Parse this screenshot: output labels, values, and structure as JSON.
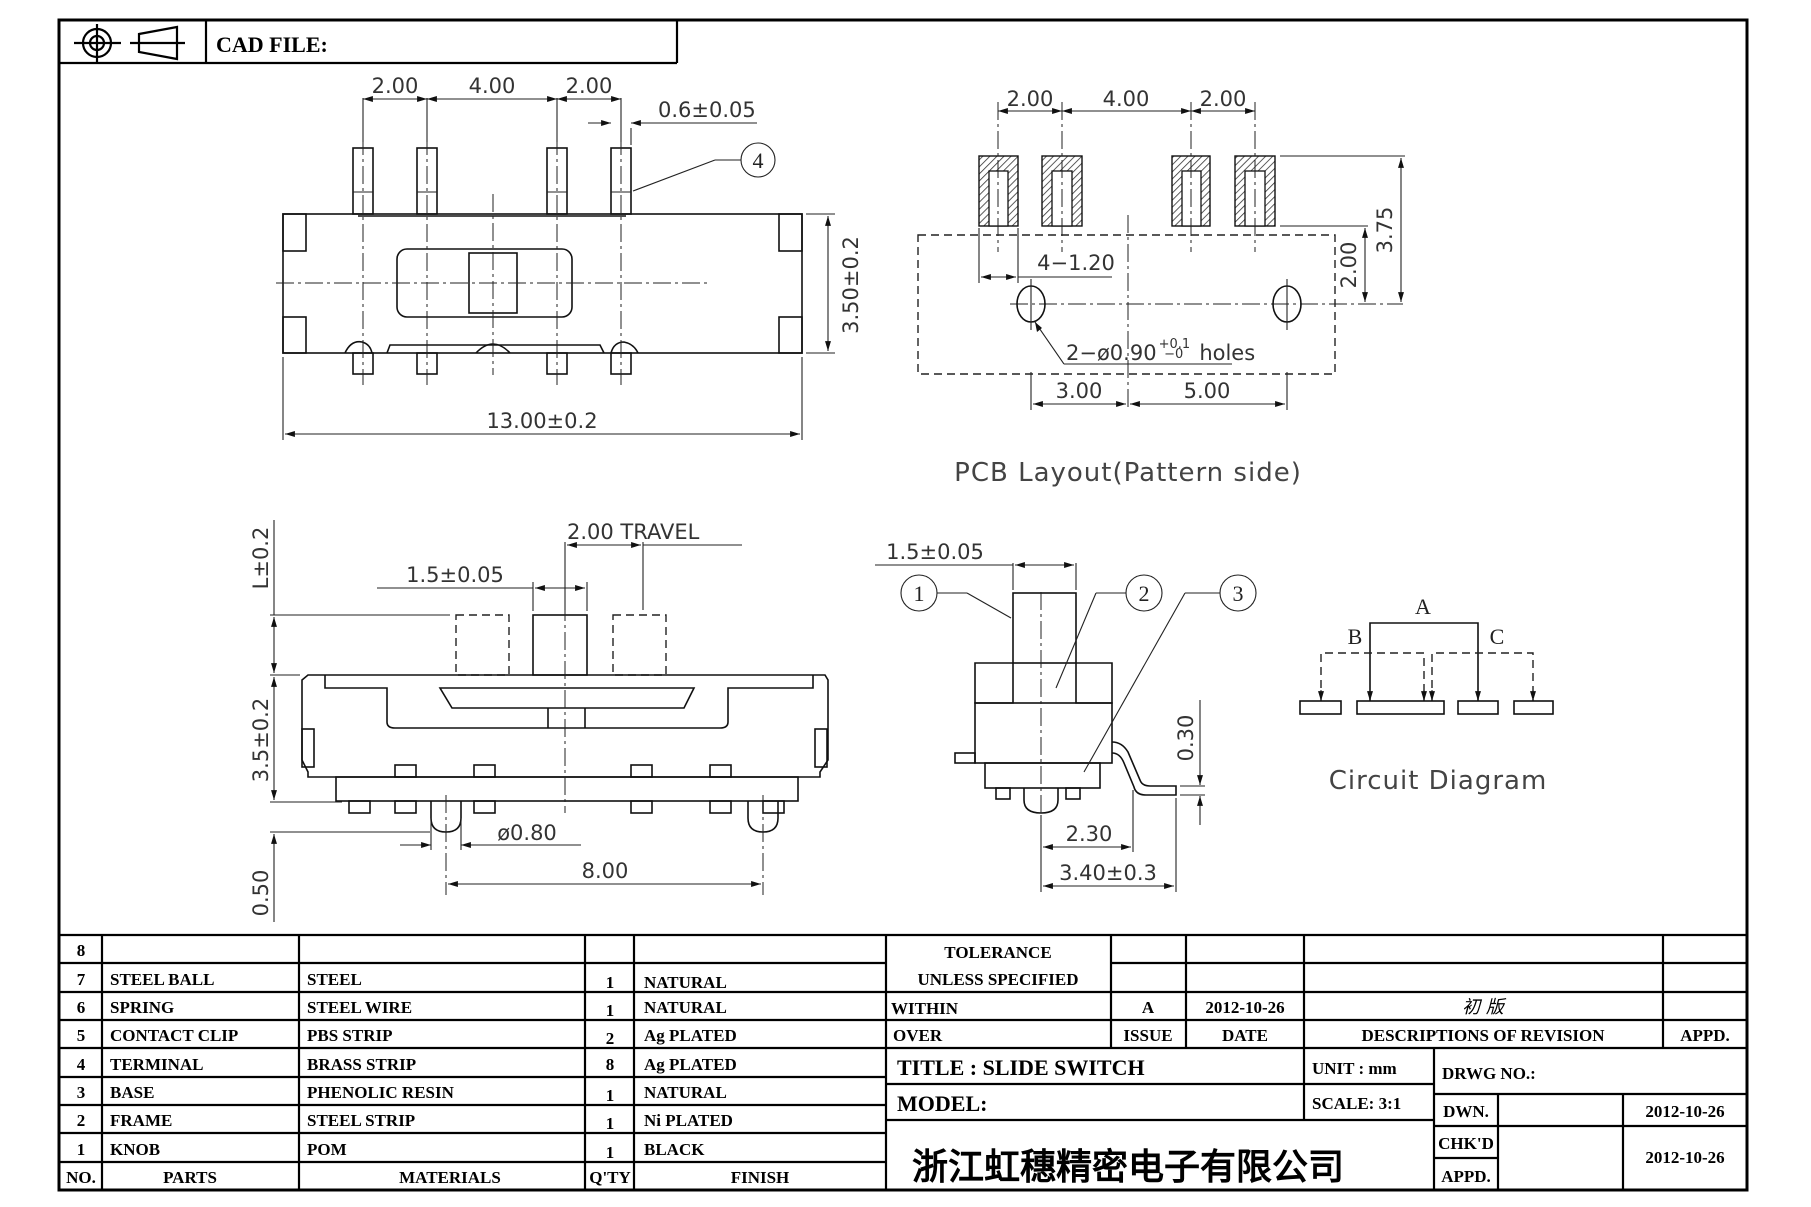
{
  "header": {
    "projection_icon": "first-angle-projection-icon",
    "cad_file_label": "CAD FILE:"
  },
  "top_view": {
    "pitch_dims": [
      "2.00",
      "4.00",
      "2.00"
    ],
    "pin_width": "0.6±0.05",
    "balloon": "4",
    "height_dim": "3.50±0.2",
    "length_dim": "13.00±0.2"
  },
  "pcb_layout": {
    "pitch_dims": [
      "2.00",
      "4.00",
      "2.00"
    ],
    "pad_width": "4−1.20",
    "holes_label": "2−ø0.90",
    "holes_tol_plus": "+0.1",
    "holes_tol_minus": "−0",
    "holes_suffix": "holes",
    "hole_offset_left": "3.00",
    "hole_offset_right": "5.00",
    "dim_vertical_small": "2.00",
    "dim_vertical_large": "3.75",
    "caption": "PCB Layout(Pattern side)"
  },
  "front_view": {
    "travel": "2.00  TRAVEL",
    "knob_width": "1.5±0.05",
    "knob_height": "L±0.2",
    "body_height": "3.5±0.2",
    "peg_height": "0.50",
    "peg_diameter": "ø0.80",
    "peg_spacing": "8.00"
  },
  "side_view": {
    "knob_width": "1.5±0.05",
    "balloons": [
      "1",
      "2",
      "3"
    ],
    "terminal_thickness": "0.30",
    "dim_inner": "2.30",
    "dim_outer": "3.40±0.3"
  },
  "circuit": {
    "labels": [
      "A",
      "B",
      "C"
    ],
    "caption": "Circuit  Diagram"
  },
  "parts_table": {
    "headers": {
      "no": "NO.",
      "parts": "PARTS",
      "materials": "MATERIALS",
      "qty": "Q'TY",
      "finish": "FINISH"
    },
    "rows": [
      {
        "no": "8",
        "part": "",
        "material": "",
        "qty": "",
        "finish": ""
      },
      {
        "no": "7",
        "part": "STEEL  BALL",
        "material": "STEEL",
        "qty": "1",
        "finish": "NATURAL"
      },
      {
        "no": "6",
        "part": "SPRING",
        "material": "STEEL  WIRE",
        "qty": "1",
        "finish": "NATURAL"
      },
      {
        "no": "5",
        "part": "CONTACT  CLIP",
        "material": "PBS  STRIP",
        "qty": "2",
        "finish": "Ag  PLATED"
      },
      {
        "no": "4",
        "part": "TERMINAL",
        "material": "BRASS  STRIP",
        "qty": "8",
        "finish": "Ag  PLATED"
      },
      {
        "no": "3",
        "part": "BASE",
        "material": "PHENOLIC  RESIN",
        "qty": "1",
        "finish": "NATURAL"
      },
      {
        "no": "2",
        "part": "FRAME",
        "material": "STEEL  STRIP",
        "qty": "1",
        "finish": "Ni  PLATED"
      },
      {
        "no": "1",
        "part": "KNOB",
        "material": "POM",
        "qty": "1",
        "finish": "BLACK"
      }
    ]
  },
  "title_block": {
    "tolerance_line1": "TOLERANCE",
    "tolerance_line2": "UNLESS    SPECIFIED",
    "within": "WITHIN",
    "over": "OVER",
    "issue": "A",
    "issue_date": "2012-10-26",
    "revision_desc": "初  版",
    "issue_header": "ISSUE",
    "date_header": "DATE",
    "desc_header": "DESCRIPTIONS  OF  REVISION",
    "appd_header": "APPD.",
    "title": "TITLE  :  SLIDE  SWITCH",
    "model": "MODEL:",
    "unit": "UNIT  :   mm",
    "scale": "SCALE:   3:1",
    "drawing_no": "DRWG  NO.:",
    "company": "浙江虹穗精密电子有限公司",
    "drawn_label": "DWN.",
    "drawn_date": "2012-10-26",
    "checked_label": "CHK'D",
    "approved_label": "APPD.",
    "check_date": "2012-10-26"
  }
}
